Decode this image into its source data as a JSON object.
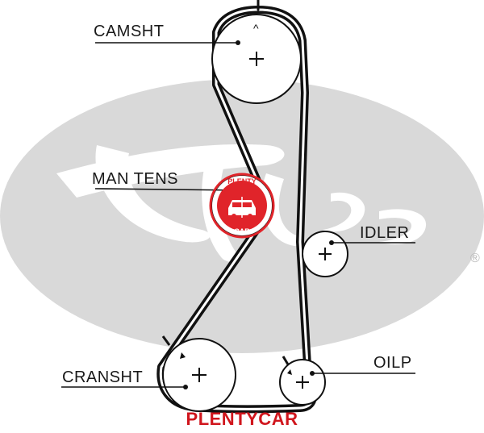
{
  "diagram": {
    "labels": {
      "camshaft": "CAMSHT",
      "manual_tensioner": "MAN TENS",
      "idler": "IDLER",
      "crankshaft": "CRANSHT",
      "oil_pump": "OILP"
    },
    "top_arrow": "^",
    "registered_mark": "®"
  },
  "watermark": {
    "caption": "PLENTYCAR",
    "badge_text_top": "PLENTY",
    "badge_text_bottom": "CAR",
    "caption_color": "#d0161d",
    "badge_color": "#e0242a"
  },
  "colors": {
    "belt": "#111111",
    "logo_gray": "#d9d9d9",
    "text": "#1a1a1a"
  }
}
